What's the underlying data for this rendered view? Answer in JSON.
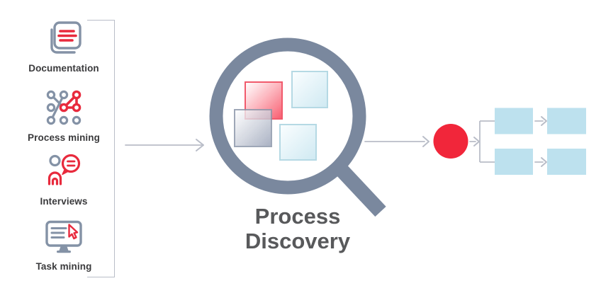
{
  "diagram_title": {
    "line1": "Process",
    "line2": "Discovery"
  },
  "inputs": {
    "items": [
      {
        "label": "Documentation",
        "icon": "document-icon"
      },
      {
        "label": "Process mining",
        "icon": "process-network-icon"
      },
      {
        "label": "Interviews",
        "icon": "interview-icon"
      },
      {
        "label": "Task mining",
        "icon": "monitor-cursor-icon"
      }
    ]
  },
  "output_flow": {
    "start_node": "red-circle",
    "branch_rows": 2,
    "boxes_per_row": 2
  },
  "colors": {
    "accent_red": "#f1263a",
    "icon_red": "#e82a3d",
    "icon_gray": "#8492a6",
    "magnifier_stroke": "#7a889e",
    "flow_line_gray": "#b9bdc8",
    "process_box_blue": "#bde1ee",
    "title_text": "#58595b",
    "label_text": "#3a3a3c"
  }
}
